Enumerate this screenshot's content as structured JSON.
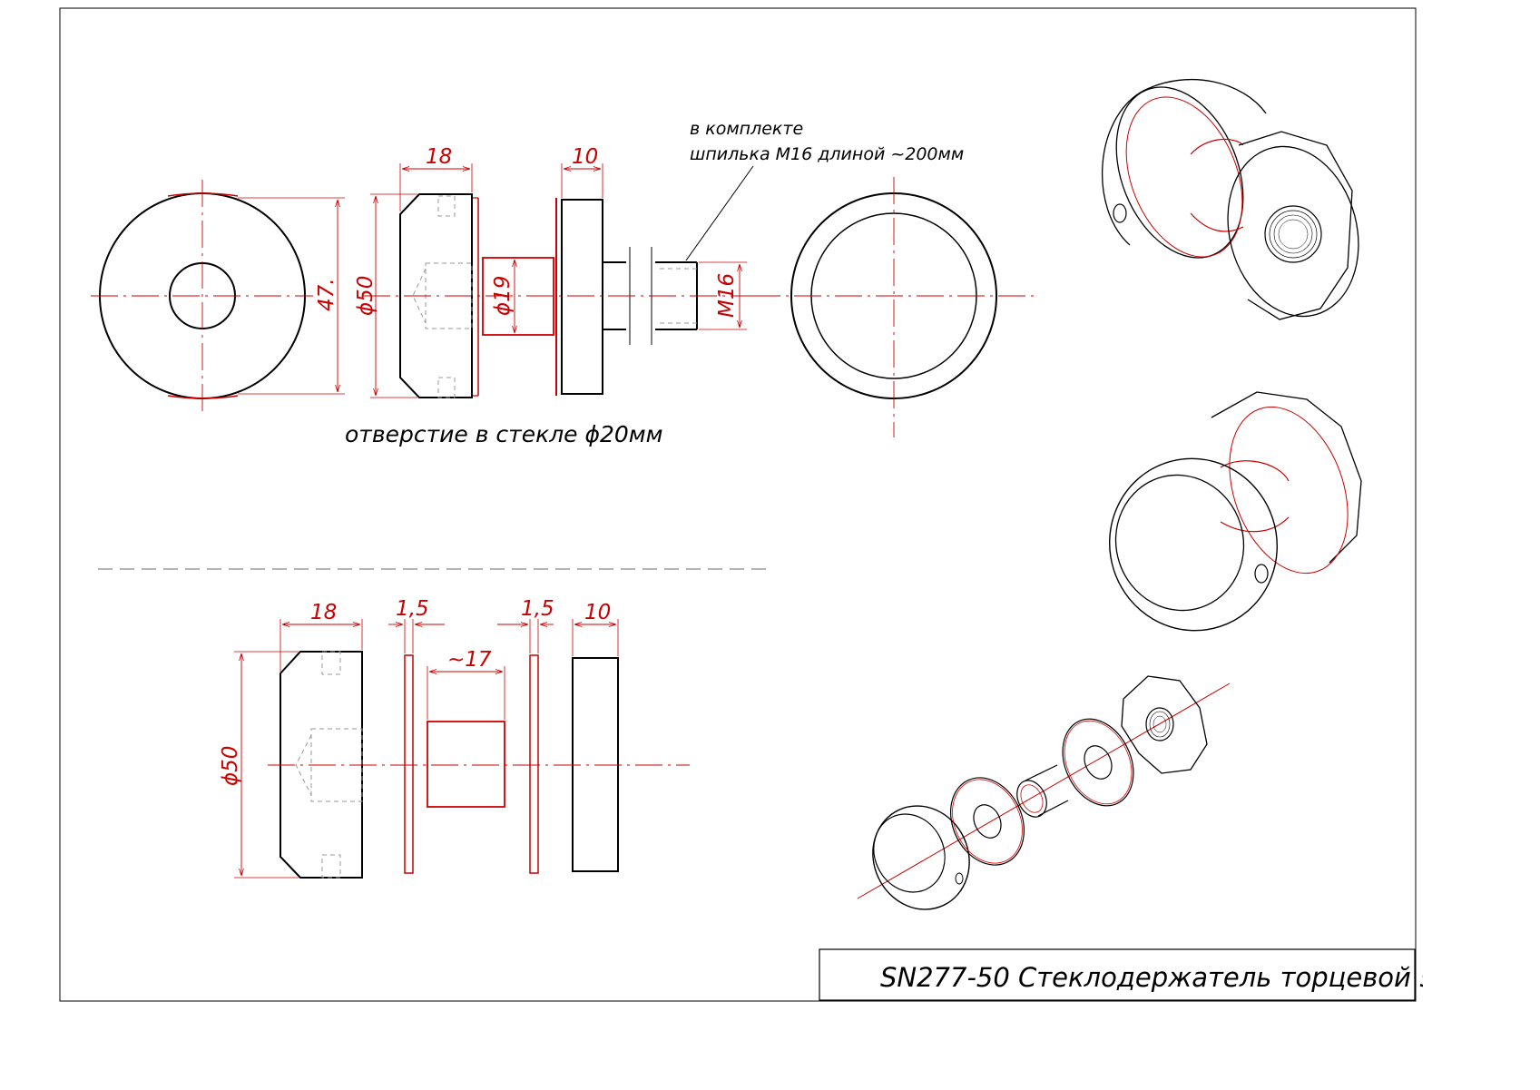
{
  "title": "SN277-50 Стеклодержатель торцевой 50мм",
  "notes": {
    "kit_line1": "в комплекте",
    "kit_line2": "шпилька М16 длиной ~200мм",
    "glass_hole": "отверстие в стекле ϕ20мм"
  },
  "dimensions": {
    "top_cap_width": "18",
    "top_nut_width": "10",
    "front_diameter": "47.",
    "side_diameter": "ϕ50",
    "spacer_diameter": "ϕ19",
    "thread": "М16",
    "bottom_cap_width": "18",
    "washer1": "1,5",
    "washer2": "1,5",
    "bottom_nut_width": "10",
    "spacer_length": "~17",
    "bottom_diameter": "ϕ50"
  },
  "colors": {
    "ink": "#000000",
    "dimension": "#cc0000"
  }
}
